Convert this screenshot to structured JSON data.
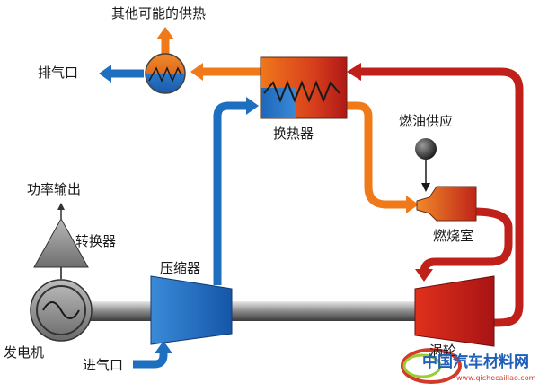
{
  "labels": {
    "other_heat": "其他可能的供热",
    "exhaust": "排气口",
    "heat_exchanger": "换热器",
    "fuel_supply": "燃油供应",
    "combustor": "燃烧室",
    "power_output": "功率输出",
    "converter": "转换器",
    "compressor": "压缩器",
    "generator": "发电机",
    "inlet": "进气口",
    "turbine": "涡轮"
  },
  "watermark": {
    "text": "中国汽车材料网",
    "url": "www.qichecailiao.com"
  },
  "colors": {
    "hot_red": "#c0201a",
    "warm_orange": "#f07a1a",
    "cool_blue": "#1f6fc0",
    "dark_gray": "#555555"
  },
  "icons": [
    "fuel-tank-icon",
    "ac-sine-icon",
    "heat-coil-icon",
    "up-arrow-icon",
    "left-arrow-icon"
  ]
}
